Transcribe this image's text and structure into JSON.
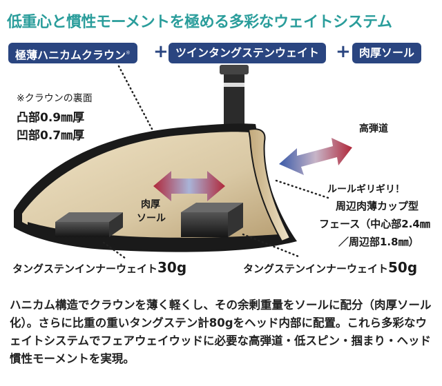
{
  "headline": "低重心と慣性モーメントを極める多彩なウェイトシステム",
  "features": [
    {
      "label": "極薄ハニカムクラウン",
      "mark": "※"
    },
    {
      "label": "ツインタングステンウェイト"
    },
    {
      "label": "肉厚ソール"
    }
  ],
  "plus_sign": "+",
  "crown_note": {
    "title": "※クラウンの裏面",
    "convex": "凸部0.9㎜厚",
    "concave": "凹部0.7㎜厚"
  },
  "labels": {
    "high_launch": "高弾道",
    "thick_sole_line1": "肉厚",
    "thick_sole_line2": "ソール",
    "rule_limit": "ルールギリギリ！",
    "face_line1": "周辺肉薄カップ型",
    "face_line2": "フェース（中心部2.4㎜",
    "face_line3": "／周辺部1.8㎜）",
    "weight_left_text": "タングステンインナーウェイト",
    "weight_left_value": "30g",
    "weight_right_text": "タングステンインナーウェイト",
    "weight_right_value": "50g"
  },
  "description": "ハニカム構造でクラウンを薄く軽くし、その余剰重量をソールに配分（肉厚ソール化）。さらに比重の重いタングステン計80gをヘッド内部に配置。これら多彩なウェイトシステムでフェアウェイウッドに必要な高弾道・低スピン・掴まり・ヘッド慣性モーメントを実現。",
  "colors": {
    "headline": "#2a9d9b",
    "pill": "#2a4580",
    "arrow_red": "#b0283a",
    "arrow_blue": "#3a5aa8",
    "head_fill": "#d9c8a4"
  }
}
